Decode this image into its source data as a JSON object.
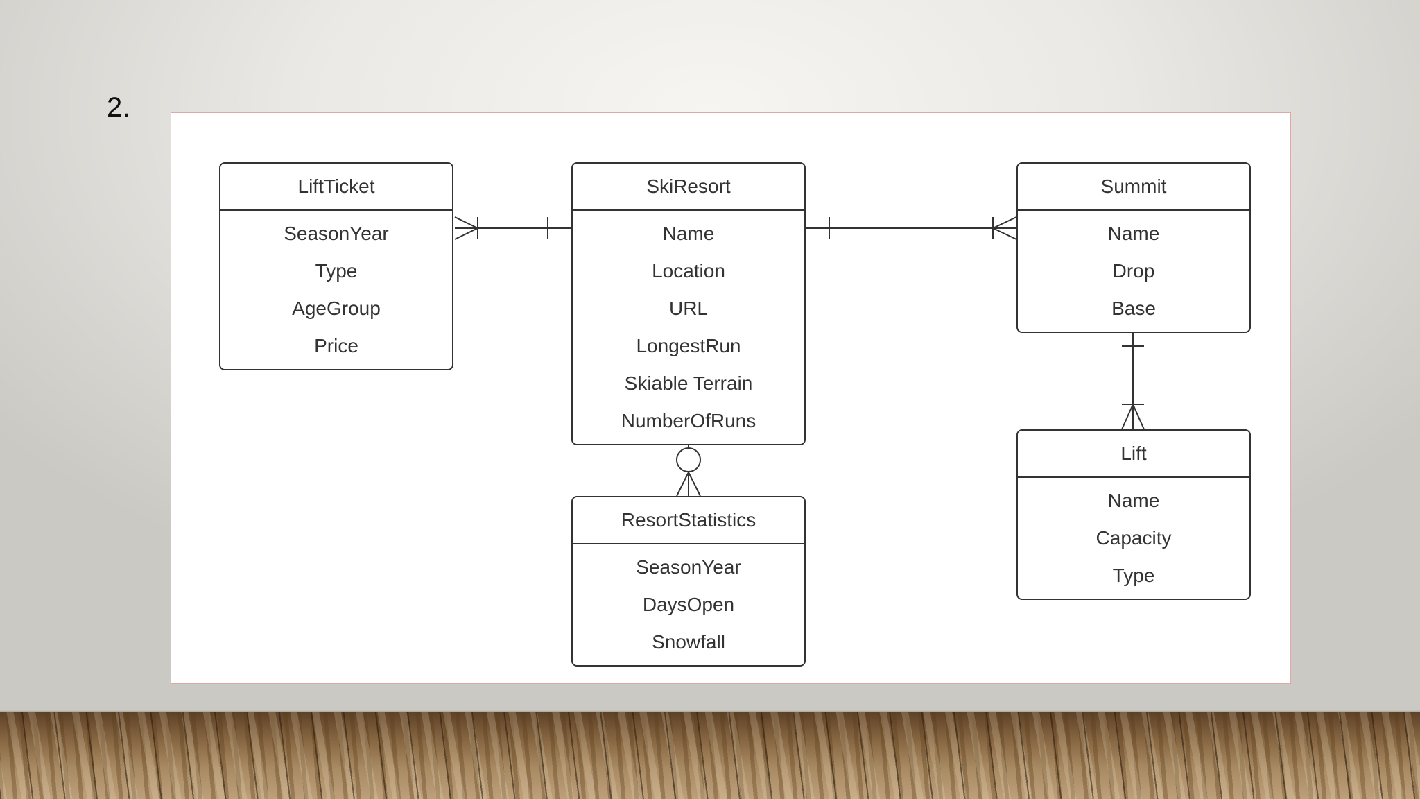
{
  "slide": {
    "number": "2."
  },
  "entities": {
    "liftticket": {
      "title": "LiftTicket",
      "attributes": [
        "SeasonYear",
        "Type",
        "AgeGroup",
        "Price"
      ]
    },
    "skiresort": {
      "title": "SkiResort",
      "attributes": [
        "Name",
        "Location",
        "URL",
        "LongestRun",
        "Skiable Terrain",
        "NumberOfRuns"
      ]
    },
    "summit": {
      "title": "Summit",
      "attributes": [
        "Name",
        "Drop",
        "Base"
      ]
    },
    "resortstatistics": {
      "title": "ResortStatistics",
      "attributes": [
        "SeasonYear",
        "DaysOpen",
        "Snowfall"
      ]
    },
    "lift": {
      "title": "Lift",
      "attributes": [
        "Name",
        "Capacity",
        "Type"
      ]
    }
  },
  "relationships": [
    {
      "from": "SkiResort",
      "to": "LiftTicket",
      "from_cardinality": "one-and-only-one",
      "to_cardinality": "one-or-many"
    },
    {
      "from": "SkiResort",
      "to": "Summit",
      "from_cardinality": "one-and-only-one",
      "to_cardinality": "one-or-many"
    },
    {
      "from": "SkiResort",
      "to": "ResortStatistics",
      "from_cardinality": "one",
      "to_cardinality": "zero-or-many"
    },
    {
      "from": "Summit",
      "to": "Lift",
      "from_cardinality": "one-and-only-one",
      "to_cardinality": "one-or-many"
    }
  ],
  "colors": {
    "line": "#333333",
    "canvas_border": "#e2a6a6",
    "canvas": "#ffffff"
  }
}
